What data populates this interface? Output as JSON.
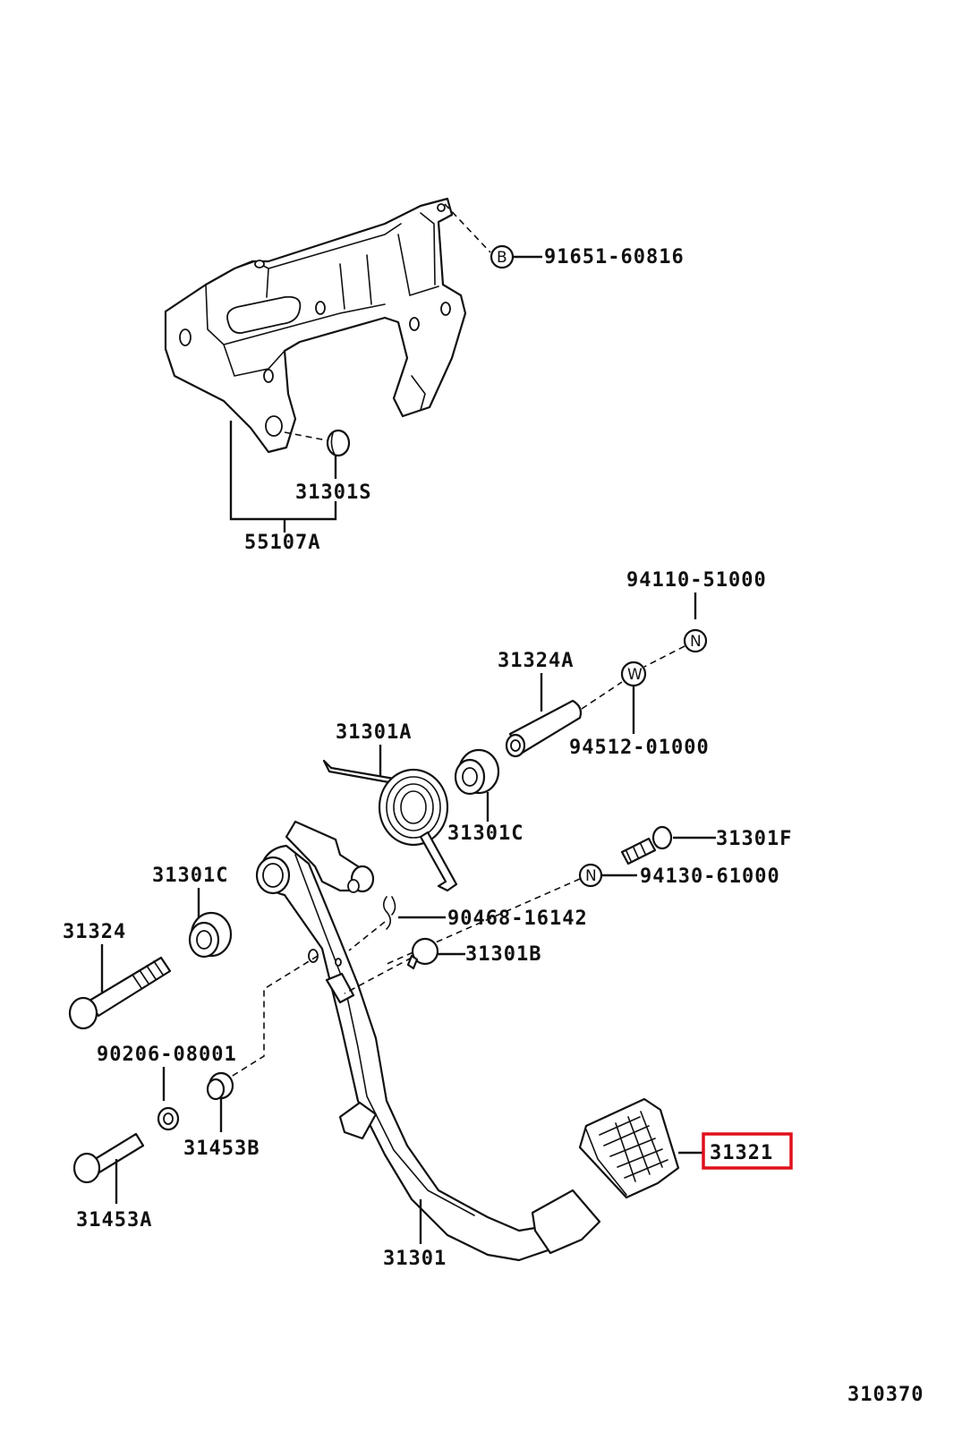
{
  "highlight_color": "#e0101a",
  "diagram_code": "310370",
  "callouts": [
    {
      "id": "bolt-b",
      "part": "91651-60816",
      "symbol": "B"
    },
    {
      "id": "bracket-pad",
      "part": "31301S"
    },
    {
      "id": "bracket-assy",
      "part": "55107A"
    },
    {
      "id": "nut-top",
      "part": "94110-51000",
      "symbol": "N"
    },
    {
      "id": "shaft-sleeve",
      "part": "31324A"
    },
    {
      "id": "washer",
      "part": "94512-01000",
      "symbol": "W"
    },
    {
      "id": "spring",
      "part": "31301A"
    },
    {
      "id": "bushing-right",
      "part": "31301C"
    },
    {
      "id": "bolt-f",
      "part": "31301F"
    },
    {
      "id": "nut-mid",
      "part": "94130-61000",
      "symbol": "N"
    },
    {
      "id": "bushing-left",
      "part": "31301C"
    },
    {
      "id": "clip",
      "part": "90468-16142"
    },
    {
      "id": "pivot-bolt",
      "part": "31324"
    },
    {
      "id": "stopper",
      "part": "31301B"
    },
    {
      "id": "nut-small",
      "part": "90206-08001"
    },
    {
      "id": "cushion",
      "part": "31453B"
    },
    {
      "id": "stopper-bolt",
      "part": "31453A"
    },
    {
      "id": "pedal-arm",
      "part": "31301"
    },
    {
      "id": "pedal-pad",
      "part": "31321",
      "highlighted": true
    }
  ]
}
